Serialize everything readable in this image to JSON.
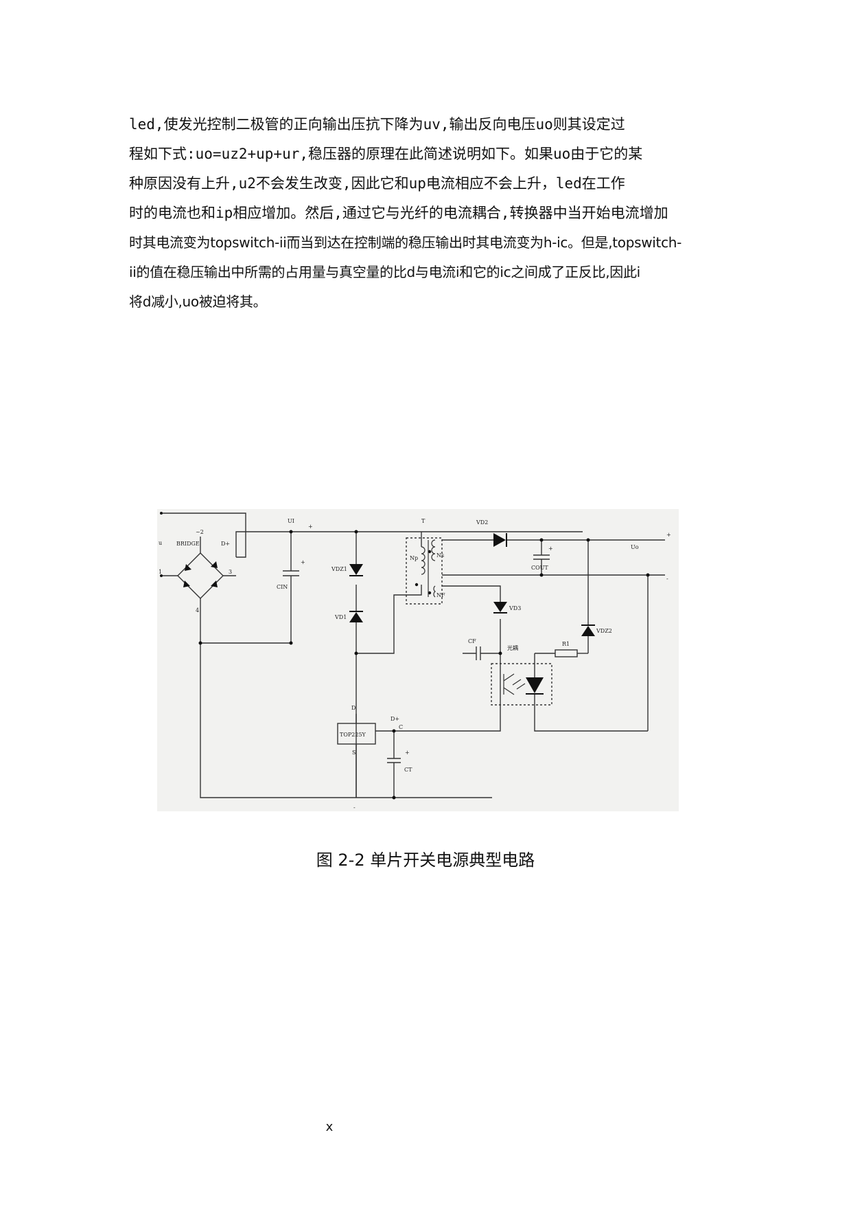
{
  "document": {
    "paragraph_lines": [
      "led,使发光控制二极管的正向输出压抗下降为uv,输出反向电压uo则其设定过",
      "程如下式:uo=uz2+up+ur,稳压器的原理在此简述说明如下。如果uo由于它的某",
      "种原因没有上升,u2不会发生改变,因此它和up电流相应不会上升，led在工作",
      "时的电流也和ip相应增加。然后,通过它与光纤的电流耦合,转换器中当开始电流增加",
      "时其电流变为topswitch-ii而当到达在控制端的稳压输出时其电流变为h-ic。但是,topswitch-",
      "ii的值在稳压输出中所需的占用量与真空量的比d与电流i和它的ic之间成了正反比,因此i",
      "将d减小,uo被迫将其。"
    ],
    "figure_caption": "图 2-2 单片开关电源典型电路",
    "page_number": "x"
  },
  "circuit": {
    "labels": {
      "u_in": "u",
      "pin1": "1",
      "pin2": "~2",
      "pin3": "3",
      "pin4": "4",
      "bridge": "BRIDGE",
      "d_plus_left": "D+",
      "ui": "UI",
      "plus_top": "+",
      "cin": "CIN",
      "cin_plus": "+",
      "vdz1": "VDZ1",
      "vd1": "VD1",
      "t": "T",
      "np": "Np",
      "ns": "Ns",
      "nf": "NF",
      "vd2": "VD2",
      "cout": "COUT",
      "cout_plus": "+",
      "uo": "Uo",
      "out_plus": "+",
      "out_minus": "-",
      "vd3": "VD3",
      "vdz2": "VDZ2",
      "cf": "CF",
      "optocoupler": "光耦",
      "r1": "R1",
      "d_pin": "D",
      "d_plus_right": "D+",
      "top": "TOP225Y",
      "c_pin": "C",
      "s_pin": "S",
      "ct": "CT",
      "ct_plus": "+",
      "ground": "-"
    }
  }
}
